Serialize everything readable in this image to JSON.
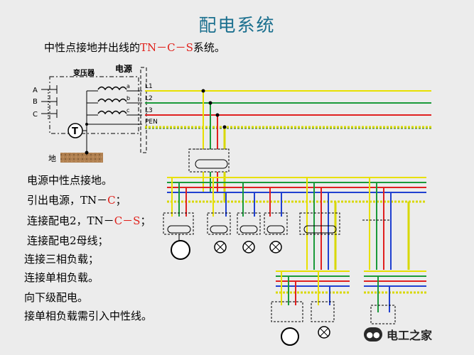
{
  "title": "配电系统",
  "subtitle": {
    "prefix": "中性点接地并出线的",
    "system": "TN－C－S",
    "suffix": "系统。"
  },
  "labels": {
    "transformer": "变压器",
    "source": "电源",
    "earth": "地",
    "T": "T",
    "a": "a",
    "b": "b",
    "c": "c",
    "A": "A",
    "B": "B",
    "C": "C",
    "L1": "L1",
    "L2": "L2",
    "L3": "L3",
    "PEN": "PEN"
  },
  "steps": [
    {
      "text": "电源中性点接地。"
    },
    {
      "text": "引出电源，TN－",
      "red": "C",
      "tail": "；"
    },
    {
      "text": "连接配电2，TN－",
      "red": "C－S",
      "tail": "；"
    },
    {
      "text": "连接配电2母线；"
    },
    {
      "text": "连接三相负载；"
    },
    {
      "text": "连接单相负载。"
    },
    {
      "text": "向下级配电。"
    },
    {
      "text": "接单相负载需引入中性线。"
    }
  ],
  "watermark": {
    "icon": "wechat-icon",
    "text": "电工之家"
  },
  "colors": {
    "L1": "#e8e000",
    "L2": "#1a9a3a",
    "L3": "#e02020",
    "N": "#2040d0",
    "PE": "#d8d800"
  }
}
